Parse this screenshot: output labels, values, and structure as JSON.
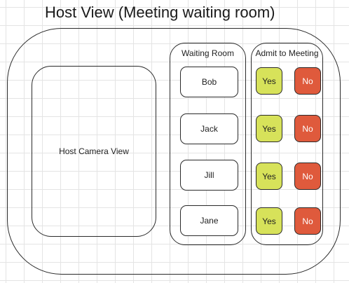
{
  "title": "Host View (Meeting waiting room)",
  "camera_view": {
    "label": "Host Camera View"
  },
  "waiting_room": {
    "heading": "Waiting Room",
    "guests": [
      {
        "name": "Bob"
      },
      {
        "name": "Jack"
      },
      {
        "name": "Jill"
      },
      {
        "name": "Jane"
      }
    ]
  },
  "admit": {
    "heading": "Admit to Meeting",
    "yes_label": "Yes",
    "no_label": "No"
  },
  "colors": {
    "yes_button": "#d7e25a",
    "no_button": "#df5a3c",
    "outline": "#2a2a2a",
    "grid": "#e4e4e4"
  }
}
